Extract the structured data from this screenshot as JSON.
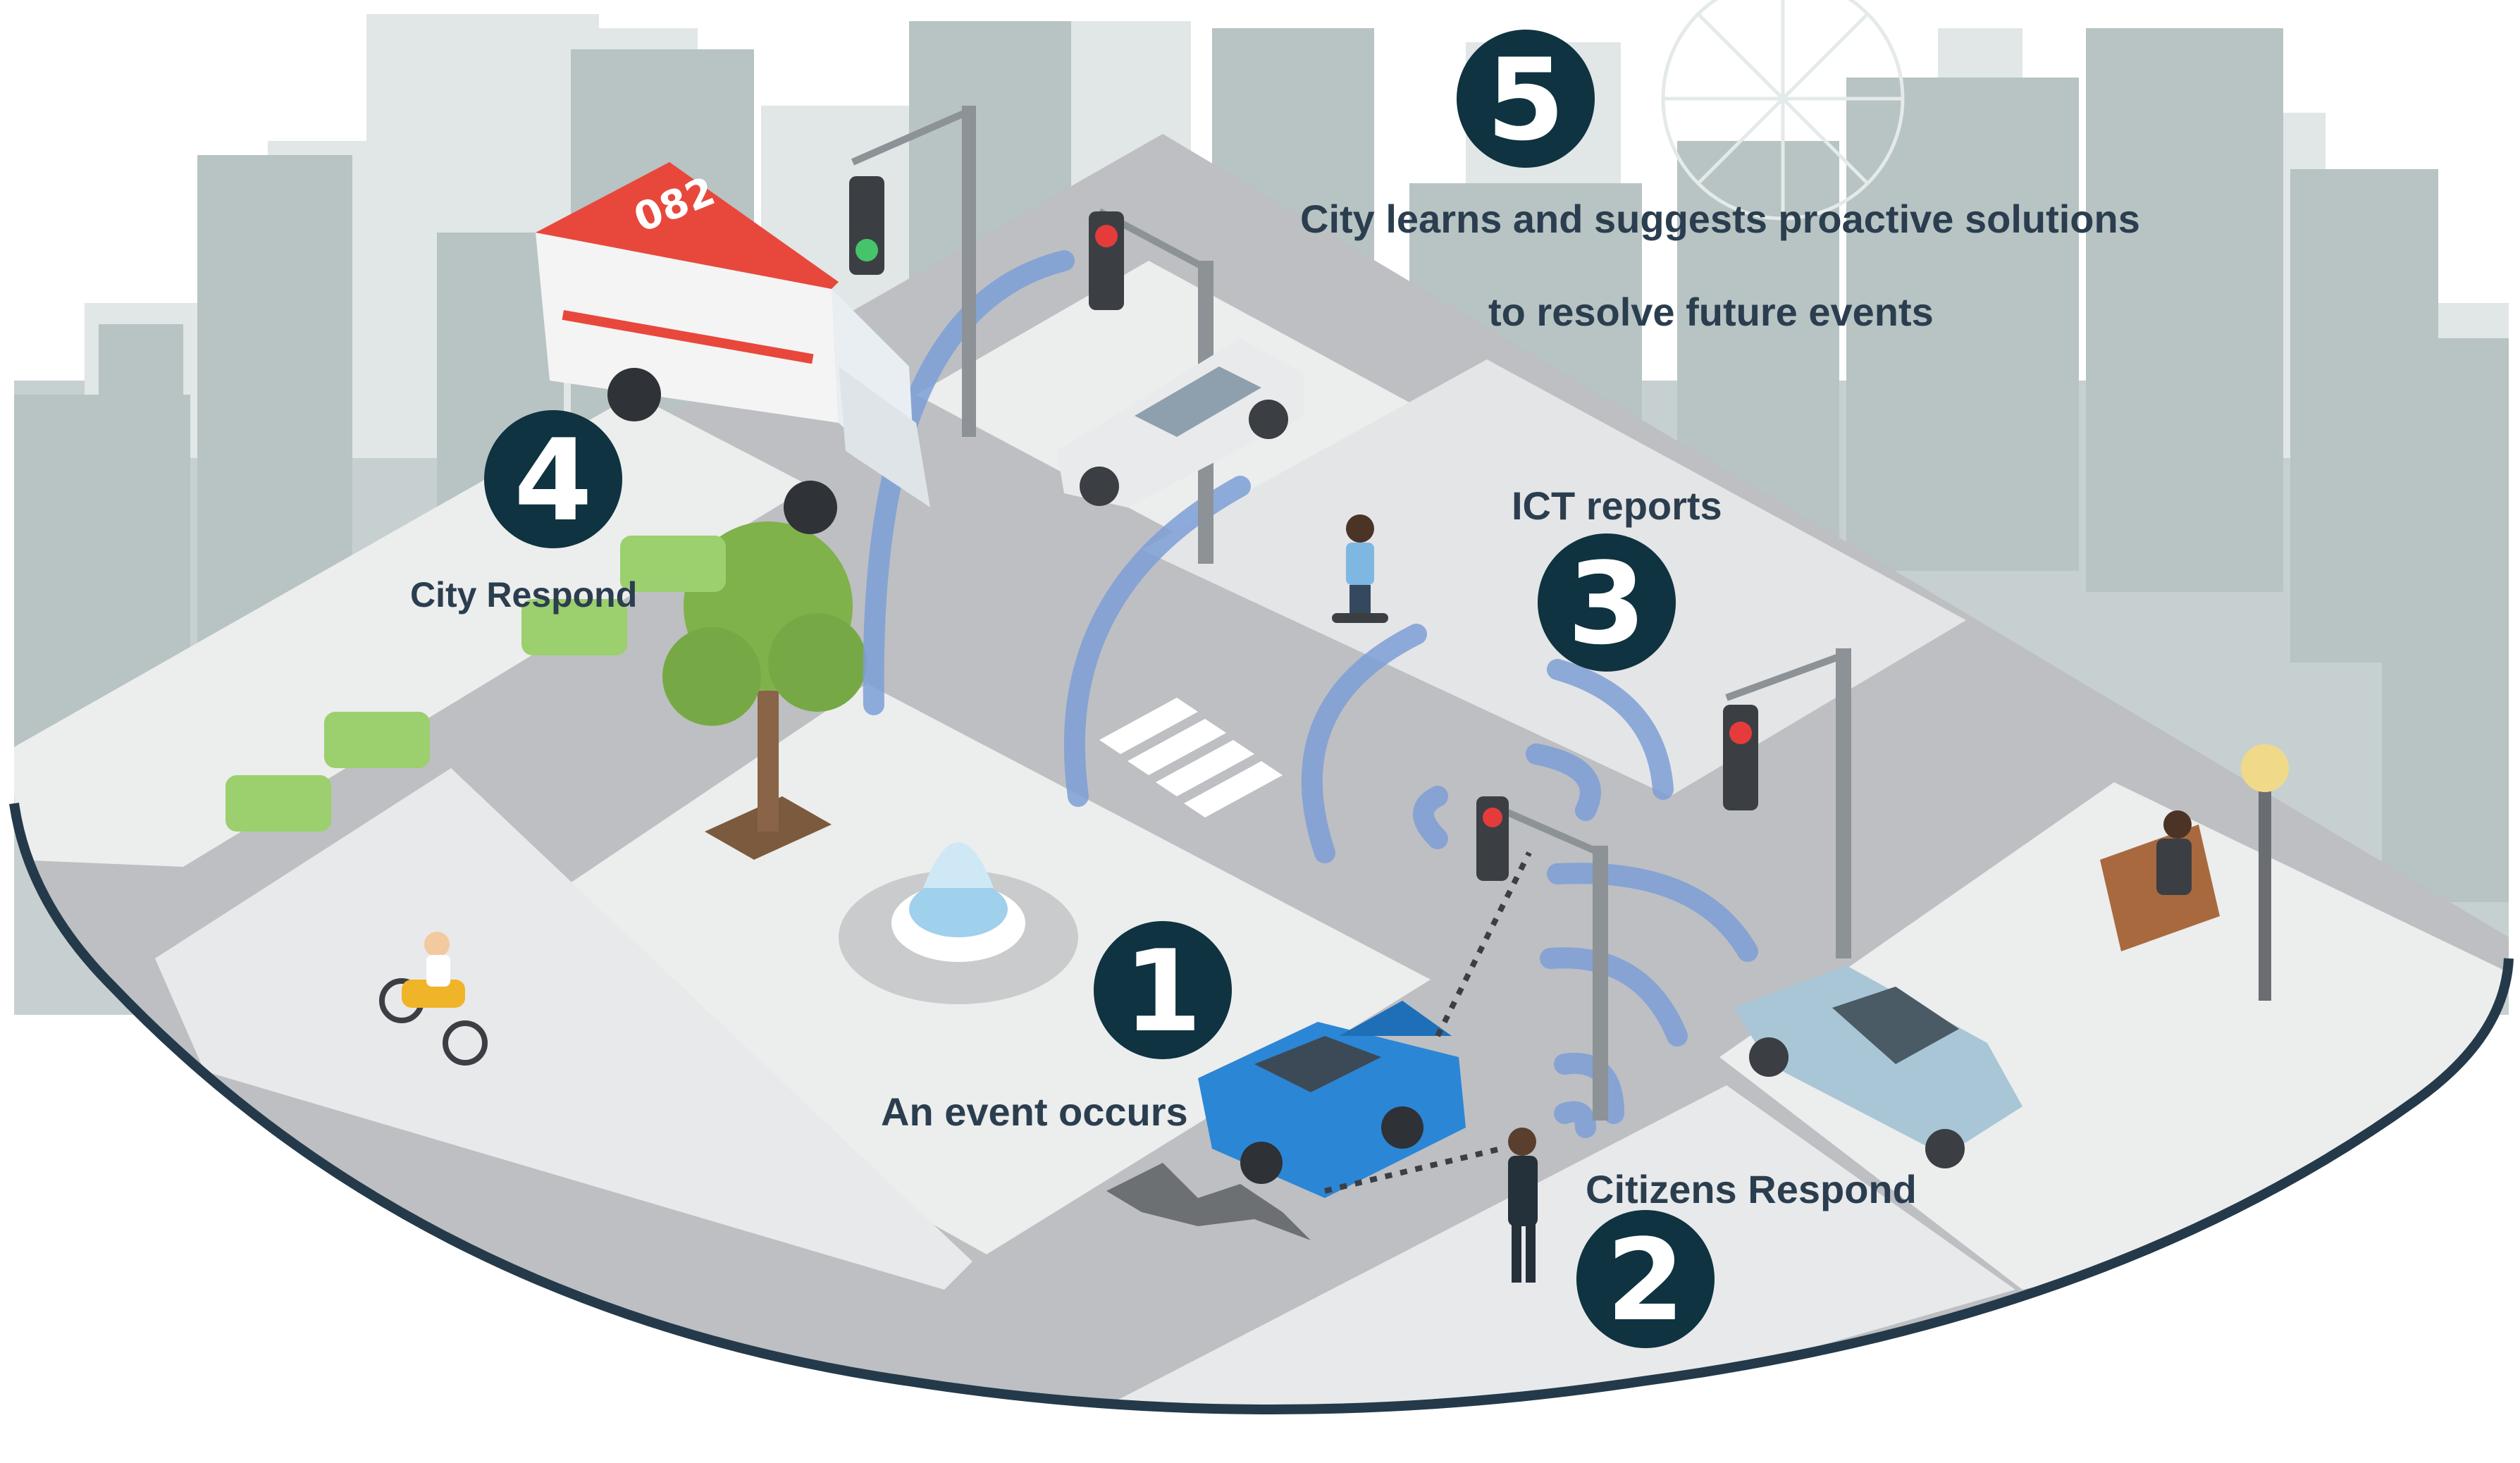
{
  "steps": [
    {
      "number": "1",
      "label": "An event occurs"
    },
    {
      "number": "2",
      "label": "Citizens Respond"
    },
    {
      "number": "3",
      "label": "ICT reports"
    },
    {
      "number": "4",
      "label": "City Respond"
    },
    {
      "number": "5",
      "label": "City learns and suggests proactive solutions",
      "label_line2": "to resolve future events"
    }
  ],
  "ambulance": {
    "number": "082"
  },
  "colors": {
    "badge": "#0f3340",
    "label_text": "#2b3e4f",
    "skyline_light": "#dfe5e5",
    "skyline_dark": "#b9c4c4",
    "road": "#bcbec0",
    "sidewalk": "#e9eaeb",
    "signal_wave": "#7d9fd6",
    "ambulance_red": "#e8483b",
    "crashed_car": "#2b86d6",
    "grey_car": "#e8e9ea",
    "lightblue_car": "#a9c6d6",
    "tree_green": "#7fb24a",
    "frame_outline": "#243a4a"
  }
}
